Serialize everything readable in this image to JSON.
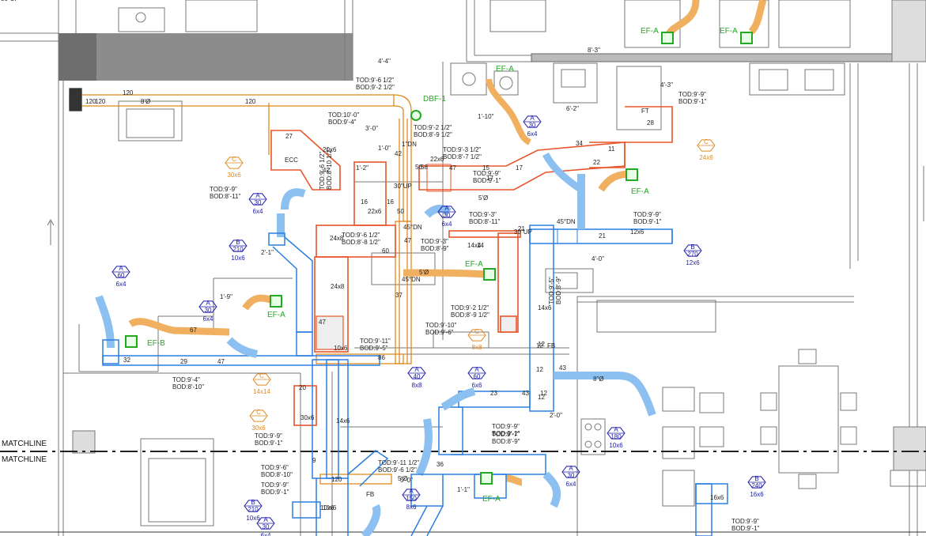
{
  "matchline": [
    "MATCHLINE",
    "MATCHLINE"
  ],
  "tags": {
    "dbf1": "DBF-1",
    "efa": "EF-A",
    "efb": "EF-B"
  },
  "diffusers": [
    {
      "id": "a1",
      "type": "A",
      "cfm": "30",
      "size": "6x4"
    },
    {
      "id": "a2",
      "type": "A",
      "cfm": "30",
      "size": "6x4"
    },
    {
      "id": "a3",
      "type": "A",
      "cfm": "30",
      "size": "6x4"
    },
    {
      "id": "a4",
      "type": "A",
      "cfm": "30",
      "size": "6x4"
    },
    {
      "id": "a5",
      "type": "A",
      "cfm": "60",
      "size": "6x4"
    },
    {
      "id": "a6",
      "type": "A",
      "cfm": "30",
      "size": "6x4"
    },
    {
      "id": "a7",
      "type": "A",
      "cfm": "40",
      "size": "8x8"
    },
    {
      "id": "a8",
      "type": "A",
      "cfm": "60",
      "size": "6x6"
    },
    {
      "id": "a9",
      "type": "A",
      "cfm": "180",
      "size": "10x6"
    },
    {
      "id": "a10",
      "type": "A",
      "cfm": "150",
      "size": "8x6"
    },
    {
      "id": "a11",
      "type": "A",
      "cfm": "30",
      "size": "6x4"
    },
    {
      "id": "b1",
      "type": "B",
      "cfm": "210",
      "size": "10x6"
    },
    {
      "id": "b2",
      "type": "B",
      "cfm": "270",
      "size": "12x6"
    },
    {
      "id": "b3",
      "type": "B",
      "cfm": "240",
      "size": "16x6"
    },
    {
      "id": "b4",
      "type": "B",
      "cfm": "210",
      "size": "10x6"
    },
    {
      "id": "c1",
      "type": "C",
      "size": "30x6"
    },
    {
      "id": "c2",
      "type": "C",
      "size": "24x6"
    },
    {
      "id": "c3",
      "type": "C",
      "size": "8x8"
    },
    {
      "id": "c4",
      "type": "C",
      "size": "14x14"
    },
    {
      "id": "c5",
      "type": "C",
      "size": "30x6"
    }
  ],
  "notes": [
    "TOD:9'-6 1/2\"",
    "BOD:9'-2 1/2\"",
    "TOD:10'-0\"",
    "BOD:9'-4\"",
    "TOD:9'-2 1/2\"",
    "BOD:8'-9 1/2\"",
    "TOD:9'-3 1/2\"",
    "BOD:8'-7 1/2\"",
    "TOD:9'-9\"",
    "BOD:9'-1\"",
    "TOD:9'-9\"",
    "BOD:9'-1\"",
    "TOD:9'-6 1/2\"",
    "BOD:8'-10 1/2\"",
    "TOD:9'-6 1/2\"",
    "BOD:8'-8 1/2\"",
    "TOD:9'-3\"",
    "BOD:8'-11\"",
    "TOD:9'-3\"",
    "BOD:8'-9\"",
    "TOD:9'-9\"",
    "BOD:9'-1\"",
    "TOD:9'-9\"",
    "BOD:9'-1\"",
    "TOD:9'-2 1/2\"",
    "BOD:8'-9 1/2\"",
    "TOD:9'-10\"",
    "BOD:9'-6\"",
    "TOD:9'-11\"",
    "BOD:9'-5\"",
    "TOD:9'-4\"",
    "BOD:8'-10\"",
    "TOD:9'-9\"",
    "BOD:9'-1\"",
    "TOD:9'-7\"",
    "BOD:8'-9\"",
    "TOD:9'-11 1/2\"",
    "BOD:9'-6 1/2\"",
    "TOD:9'-6\"",
    "BOD:8'-10\"",
    "TOD:9'-9\"",
    "BOD:9'-1\"",
    "TOD:9'-9\"",
    "BOD:9'-1\"",
    "TOD:9'-9\"",
    "BOD:8'-11\"",
    "TOD:9'-5\"",
    "BOD:8'-9\""
  ],
  "dims": [
    "4'-4\"",
    "8'-3\"",
    "1'-10\"",
    "1'-0\"",
    "3'-0\"",
    "1'-2\"",
    "1'-9\"",
    "2'-0\"",
    "5'-0\"",
    "2'-1\"",
    "4'-0\"",
    "1'-1\"",
    "6'-2\"",
    "4'-3\""
  ],
  "duct_labels": [
    "120",
    "120",
    "120",
    "120",
    "8'Ø",
    "27",
    "ECC",
    "20x6",
    "22x6",
    "16",
    "16",
    "14",
    "14x4",
    "24x8",
    "24x8",
    "60",
    "5'Ø",
    "5'Ø",
    "47",
    "47",
    "47",
    "42",
    "42",
    "37",
    "50",
    "50",
    "58",
    "15",
    "17",
    "17",
    "22x6",
    "30\"UP",
    "1\"DN",
    "45°DN",
    "45°DN",
    "45°DN",
    "30\"UP",
    "30\"UP",
    "21",
    "21",
    "12x6",
    "34",
    "11",
    "22",
    "FT",
    "28",
    "10x6",
    "10x6",
    "14x6",
    "12",
    "12",
    "12",
    "43",
    "8\"Ø",
    "43",
    "29",
    "47",
    "32",
    "67",
    "20",
    "30x6",
    "16x6",
    "86",
    "23",
    "10x6",
    "14x6",
    "12",
    "12",
    "FB",
    "FB",
    "120",
    "5'Ø",
    "9",
    "36"
  ],
  "colors": {
    "supply": "#2a7fe0",
    "exhaust": "#e08a20",
    "return": "#e8552a",
    "tag_green": "#22aa22",
    "tag_blue": "#1a1aa8",
    "tag_orange": "#e08a20",
    "wall": "#555555"
  }
}
